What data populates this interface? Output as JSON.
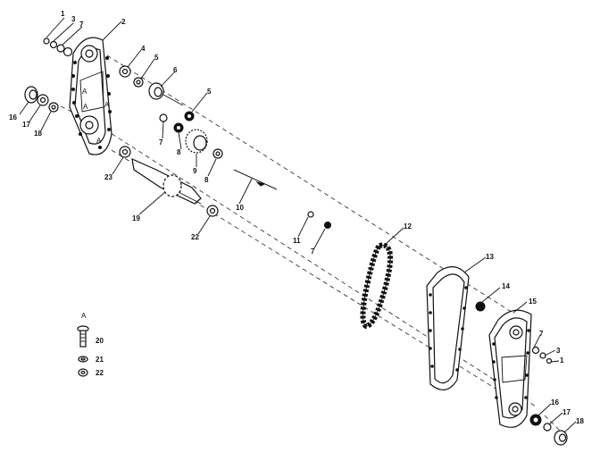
{
  "callouts": [
    {
      "id": "c1a",
      "text": "1"
    },
    {
      "id": "c3a",
      "text": "3"
    },
    {
      "id": "c7a",
      "text": "7"
    },
    {
      "id": "c2",
      "text": "2"
    },
    {
      "id": "c4",
      "text": "4"
    },
    {
      "id": "c5a",
      "text": "5"
    },
    {
      "id": "c6",
      "text": "6"
    },
    {
      "id": "c5b",
      "text": "5"
    },
    {
      "id": "c16a",
      "text": "16"
    },
    {
      "id": "c17a",
      "text": "17"
    },
    {
      "id": "c18a",
      "text": "18"
    },
    {
      "id": "c7b",
      "text": "7"
    },
    {
      "id": "c8a",
      "text": "8"
    },
    {
      "id": "c9",
      "text": "9"
    },
    {
      "id": "c8b",
      "text": "8"
    },
    {
      "id": "c23",
      "text": "23"
    },
    {
      "id": "c19",
      "text": "19"
    },
    {
      "id": "c10",
      "text": "10"
    },
    {
      "id": "c22a",
      "text": "22"
    },
    {
      "id": "c11",
      "text": "11"
    },
    {
      "id": "c7c",
      "text": "7"
    },
    {
      "id": "c12",
      "text": "12"
    },
    {
      "id": "c13",
      "text": "13"
    },
    {
      "id": "c14",
      "text": "14"
    },
    {
      "id": "c15",
      "text": "15"
    },
    {
      "id": "c7d",
      "text": "7"
    },
    {
      "id": "c3b",
      "text": "3"
    },
    {
      "id": "c1b",
      "text": "1"
    },
    {
      "id": "c16b",
      "text": "16"
    },
    {
      "id": "c17b",
      "text": "17"
    },
    {
      "id": "c18b",
      "text": "18"
    }
  ],
  "legend": [
    {
      "id": "A",
      "text": "A"
    },
    {
      "id": "l20",
      "text": "20"
    },
    {
      "id": "l21",
      "text": "21"
    },
    {
      "id": "l22",
      "text": "22"
    }
  ],
  "marker_A": "A"
}
